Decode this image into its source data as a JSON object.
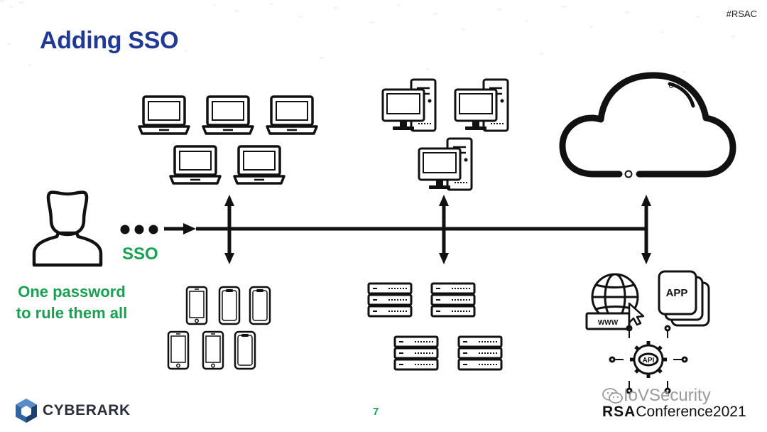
{
  "header": {
    "title": "Adding SSO",
    "hashtag": "#RSAC"
  },
  "diagram": {
    "sso_label": "SSO",
    "tagline_line1": "One password",
    "tagline_line2": "to rule them all"
  },
  "footer": {
    "page_number": "7",
    "company_prefix": "CYBER",
    "company_suffix": "ARK",
    "watermark": "IoVSecurity",
    "conference_prefix": "RSA",
    "conference_suffix": "Conference2021"
  },
  "colors": {
    "title": "#213996",
    "accent": "#1aa053",
    "line": "#111111"
  },
  "icons": [
    "user-icon",
    "laptop-icon",
    "desktop-icon",
    "cloud-icon",
    "smartphone-icon",
    "server-icon",
    "web-icon",
    "app-icon",
    "api-icon",
    "cyberark-logo-icon",
    "wechat-icon"
  ]
}
